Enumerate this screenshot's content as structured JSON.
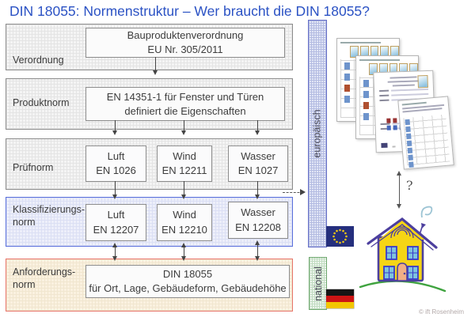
{
  "title": "DIN 18055: Normenstruktur – Wer braucht die DIN 18055?",
  "rows": [
    {
      "label": "Verordnung",
      "box": {
        "line1": "Bauproduktenverordnung",
        "line2": "EU Nr. 305/2011"
      }
    },
    {
      "label": "Produktnorm",
      "box": {
        "line1": "EN 14351-1 für Fenster und Türen",
        "line2": "definiert die Eigenschaften"
      }
    },
    {
      "label": "Prüfnorm",
      "boxes": [
        {
          "name": "Luft",
          "code": "EN 1026"
        },
        {
          "name": "Wind",
          "code": "EN 12211"
        },
        {
          "name": "Wasser",
          "code": "EN 1027"
        }
      ]
    },
    {
      "label_line1": "Klassifizierungs-",
      "label_line2": "norm",
      "boxes": [
        {
          "name": "Luft",
          "code": "EN 12207"
        },
        {
          "name": "Wind",
          "code": "EN 12210"
        },
        {
          "name": "Wasser",
          "code": "EN 12208"
        }
      ]
    },
    {
      "label_line1": "Anforderungs-",
      "label_line2": "norm",
      "box": {
        "line1": "DIN 18055",
        "line2": "für Ort, Lage, Gebäudeform, Gebäudehöhe"
      }
    }
  ],
  "sidebar": {
    "european_label": "europäisch",
    "national_label": "national"
  },
  "annotations": {
    "question_mark": "?",
    "copyright": "© ift Rosenheim"
  },
  "colors": {
    "title_blue": "#2b52c4",
    "box_border": "#8c8c8c",
    "arrow": "#444444",
    "classification_border": "#5a70dc",
    "requirement_border": "#e8756a",
    "scope_text": "#4a4a58",
    "national_border": "#6fa86f",
    "eu_flag_blue": "#252f7d",
    "star_yellow": "#f0c814",
    "german_black": "#151515",
    "german_red": "#cc1414",
    "german_gold": "#f2c500",
    "house_yellow": "#f5d515",
    "house_outline": "#4c3f9e",
    "grass_green": "#3fa33f"
  }
}
